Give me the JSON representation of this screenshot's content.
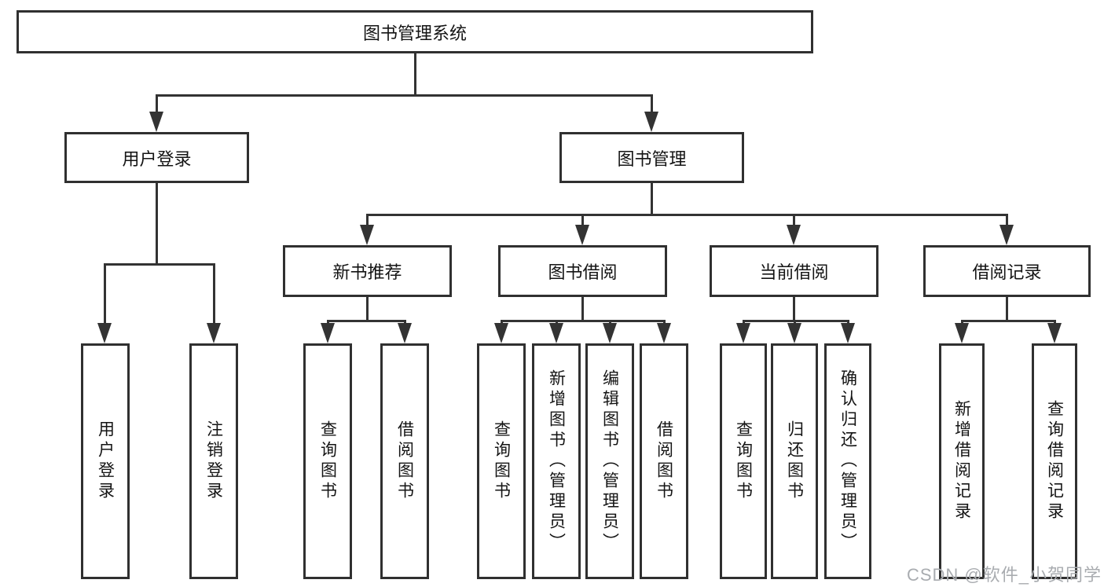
{
  "diagram": {
    "type": "hierarchy",
    "title": "图书管理系统",
    "tree": {
      "label": "图书管理系统",
      "children": [
        {
          "label": "用户登录",
          "children": [
            {
              "label": "用户登录"
            },
            {
              "label": "注销登录"
            }
          ]
        },
        {
          "label": "图书管理",
          "children": [
            {
              "label": "新书推荐",
              "children": [
                {
                  "label": "查询图书"
                },
                {
                  "label": "借阅图书"
                }
              ]
            },
            {
              "label": "图书借阅",
              "children": [
                {
                  "label": "查询图书"
                },
                {
                  "label": "新增图书（管理员）"
                },
                {
                  "label": "编辑图书（管理员）"
                },
                {
                  "label": "借阅图书"
                }
              ]
            },
            {
              "label": "当前借阅",
              "children": [
                {
                  "label": "查询图书"
                },
                {
                  "label": "归还图书"
                },
                {
                  "label": "确认归还（管理员）"
                }
              ]
            },
            {
              "label": "借阅记录",
              "children": [
                {
                  "label": "新增借阅记录"
                },
                {
                  "label": "查询借阅记录"
                }
              ]
            }
          ]
        }
      ]
    },
    "watermark": "CSDN @软件_小贺同学",
    "colors": {
      "line": "#333333",
      "box_border": "#303030",
      "text": "#141414",
      "watermark": "#a9acb0",
      "background": "#ffffff"
    }
  }
}
